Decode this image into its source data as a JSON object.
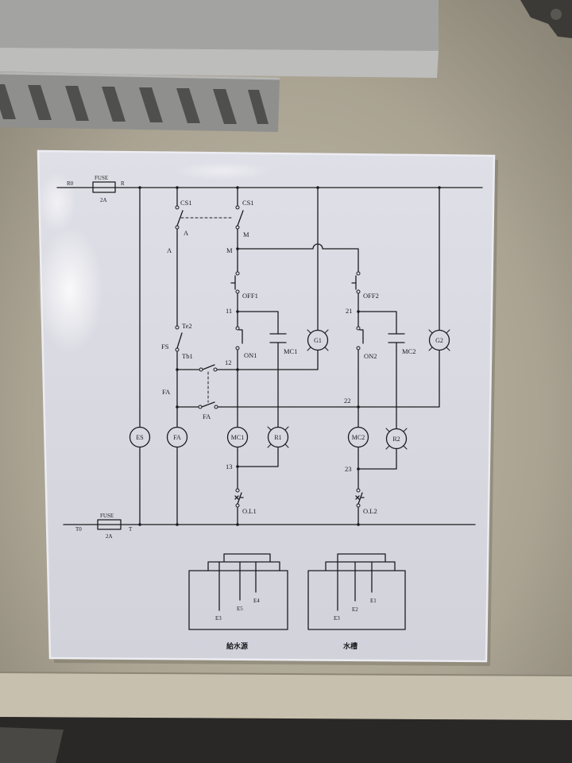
{
  "diagram": {
    "top_rail": {
      "line": "R0",
      "fuse": "FUSE",
      "rating": "2A",
      "node": "R"
    },
    "bottom_rail": {
      "line": "T0",
      "fuse": "FUSE",
      "rating": "2A",
      "node": "T"
    },
    "selector_switch": {
      "left_label": "CS1",
      "right_label": "CS1",
      "left_contact": "A",
      "left_node": "A",
      "right_contact": "M",
      "right_node": "M"
    },
    "float_switch": {
      "label": "FS",
      "upper_contact": "Te2",
      "lower_contact": "Tb1"
    },
    "fa_relay": {
      "coil": "FA",
      "branch_label": "FA",
      "contact_label": "FA"
    },
    "es_relay": {
      "coil": "ES"
    },
    "line1": {
      "off_button": "OFF1",
      "node_a": "11",
      "on_button": "ON1",
      "aux_contact": "MC1",
      "node_b": "12",
      "coil": "MC1",
      "node_c": "13",
      "overload": "O.L1",
      "lamp_r": "R1",
      "lamp_g": "G1"
    },
    "line2": {
      "off_button": "OFF2",
      "node_a": "21",
      "on_button": "ON2",
      "aux_contact": "MC2",
      "node_b": "22",
      "coil": "MC2",
      "node_c": "23",
      "overload": "O.L2",
      "lamp_r": "R2",
      "lamp_g": "G2"
    },
    "tanks": [
      {
        "label": "給水源",
        "electrodes": [
          "E3",
          "E5",
          "E4"
        ]
      },
      {
        "label": "水槽",
        "electrodes": [
          "E3",
          "E2",
          "E1"
        ]
      }
    ]
  }
}
